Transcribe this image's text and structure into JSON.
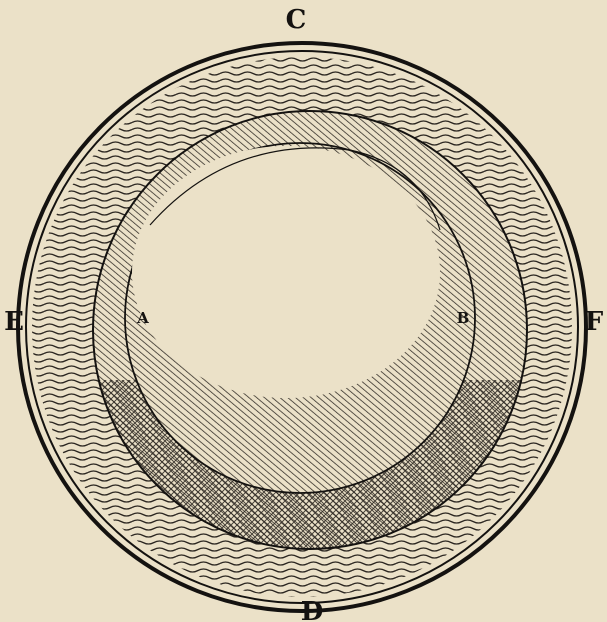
{
  "labels": {
    "top": "C",
    "bottom": "D",
    "left": "E",
    "right": "F",
    "inner_left": "A",
    "inner_right": "B"
  },
  "colors": {
    "paper": "#ebe1c8",
    "ink": "#141210",
    "hatch": "#2a2520"
  }
}
